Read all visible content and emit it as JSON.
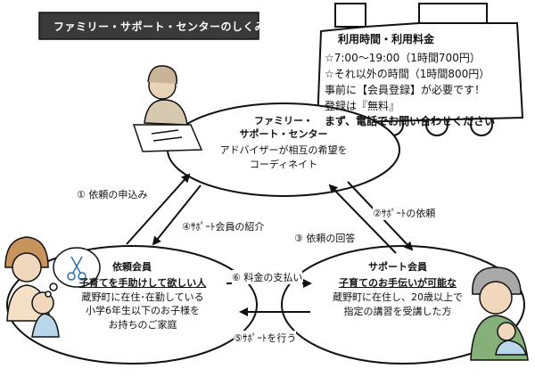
{
  "title": "ファミリー・サポート・センターのしくみ",
  "pricing": {
    "heading": "利用時間・利用料金",
    "lines": [
      "☆7:00～19:00（1時間700円）",
      "☆それ以外の時間（1時間800円）",
      "事前に【会員登録】が必要です！",
      "登録は『無料』",
      "まず、電話でお問い合わせください"
    ]
  },
  "center": {
    "title_line1": "ファミリー・",
    "title_line2": "サポート・センター",
    "desc_line1": "アドバイザーが相互の希望を",
    "desc_line2": "コーディネイト"
  },
  "requester": {
    "title": "依頼会員",
    "headline": "子育てを手助けして欲しい人",
    "desc_line1": "蔵野町に在住･在勤している",
    "desc_line2": "小学6年生以下のお子様を",
    "desc_line3": "お持ちのご家庭"
  },
  "supporter": {
    "title": "サポート会員",
    "headline": "子育てのお手伝いが可能な",
    "desc_line1": "蔵野町に在住し、20歳以上で",
    "desc_line2": "指定の講習を受講した方"
  },
  "steps": {
    "s1": "① 依頼の申込み",
    "s2": "②ｻﾎﾟｰﾄの依頼",
    "s3": "③ 依頼の回答",
    "s4": "④ｻﾎﾟｰﾄ会員の紹介",
    "s5": "⑤ｻﾎﾟｰﾄを行う",
    "s6": "⑥ 料金の支払い"
  },
  "icons": {
    "advisor": "advisor-illustration",
    "mother": "mother-child-illustration",
    "grandmother": "grandmother-baby-illustration",
    "scissors": "scissors-icon",
    "train": "train-shape"
  },
  "colors": {
    "banner": "#3a3a3a",
    "stroke": "#111111"
  }
}
